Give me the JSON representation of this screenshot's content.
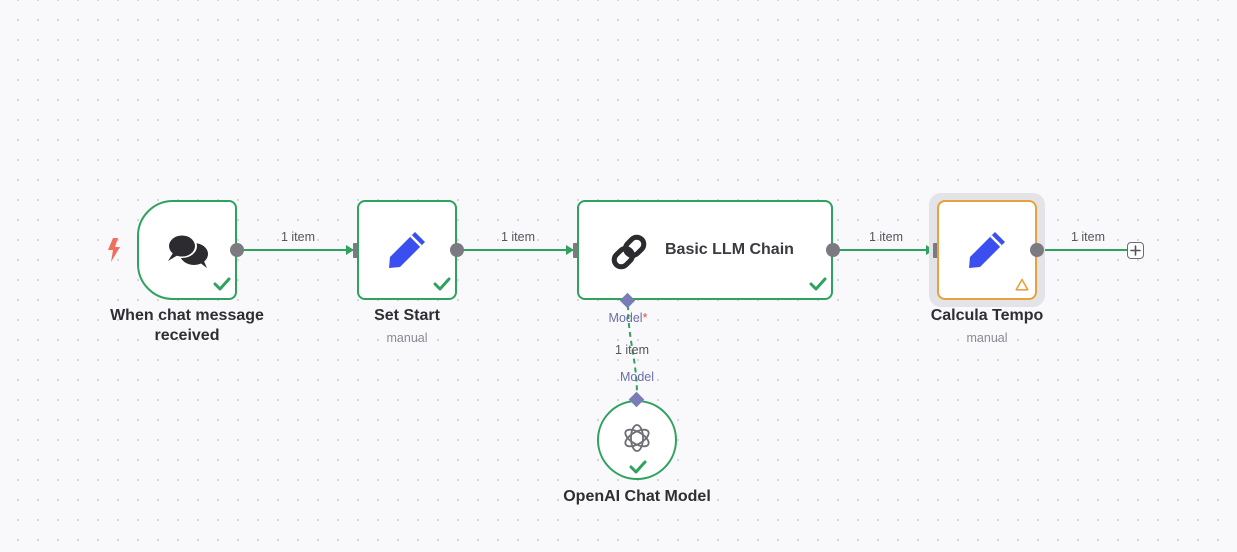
{
  "nodes": {
    "chat_trigger": {
      "label": "When chat message received"
    },
    "set_start": {
      "label": "Set Start",
      "subtitle": "manual"
    },
    "llm_chain": {
      "label": "Basic LLM Chain"
    },
    "calcula_tempo": {
      "label": "Calcula Tempo",
      "subtitle": "manual"
    },
    "openai_model": {
      "label": "OpenAI Chat Model"
    }
  },
  "connections": {
    "trigger_to_set": "1 item",
    "set_to_chain": "1 item",
    "chain_to_calcula": "1 item",
    "calcula_out": "1 item",
    "model_link": "1 item"
  },
  "model_port": {
    "top_label": "Model",
    "required_mark": "*",
    "bottom_label": "Model"
  },
  "colors": {
    "success": "#2ea25e",
    "warning": "#e8a13c",
    "trigger_bolt": "#f26d5b",
    "edit_icon": "#3b4ef0",
    "handle": "#7a7a80",
    "ai_port": "#7a7db5"
  },
  "icons": {
    "trigger": "chat-bubbles-icon",
    "set": "pencil-icon",
    "chain": "link-icon",
    "model": "openai-icon",
    "status_ok": "check-icon",
    "status_warn": "warning-triangle-icon",
    "add": "plus-icon"
  }
}
